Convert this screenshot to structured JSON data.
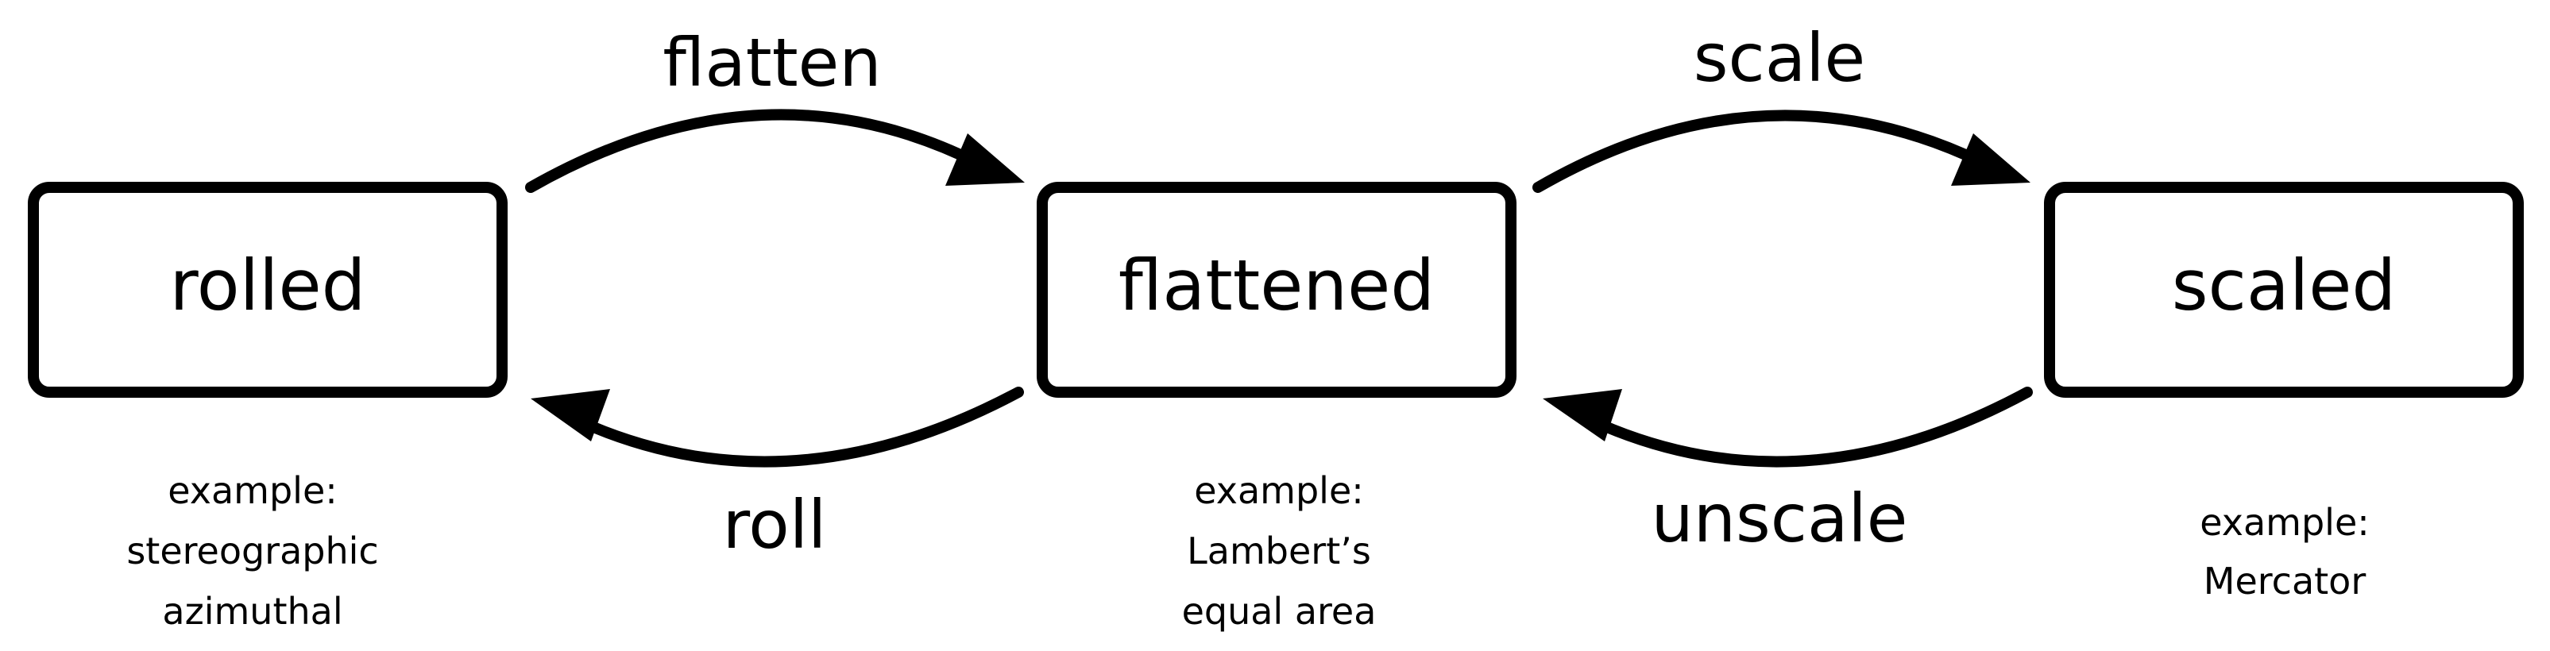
{
  "nodes": [
    {
      "label": "rolled",
      "example": [
        "example:",
        "stereographic",
        "azimuthal"
      ]
    },
    {
      "label": "flattened",
      "example": [
        "example:",
        "Lambert’s",
        "equal area"
      ]
    },
    {
      "label": "scaled",
      "example": [
        "example:",
        "Mercator"
      ]
    }
  ],
  "edges": {
    "flatten": "flatten",
    "roll": "roll",
    "scale": "scale",
    "unscale": "unscale"
  },
  "colors": {
    "stroke": "#000000",
    "background": "#ffffff"
  }
}
